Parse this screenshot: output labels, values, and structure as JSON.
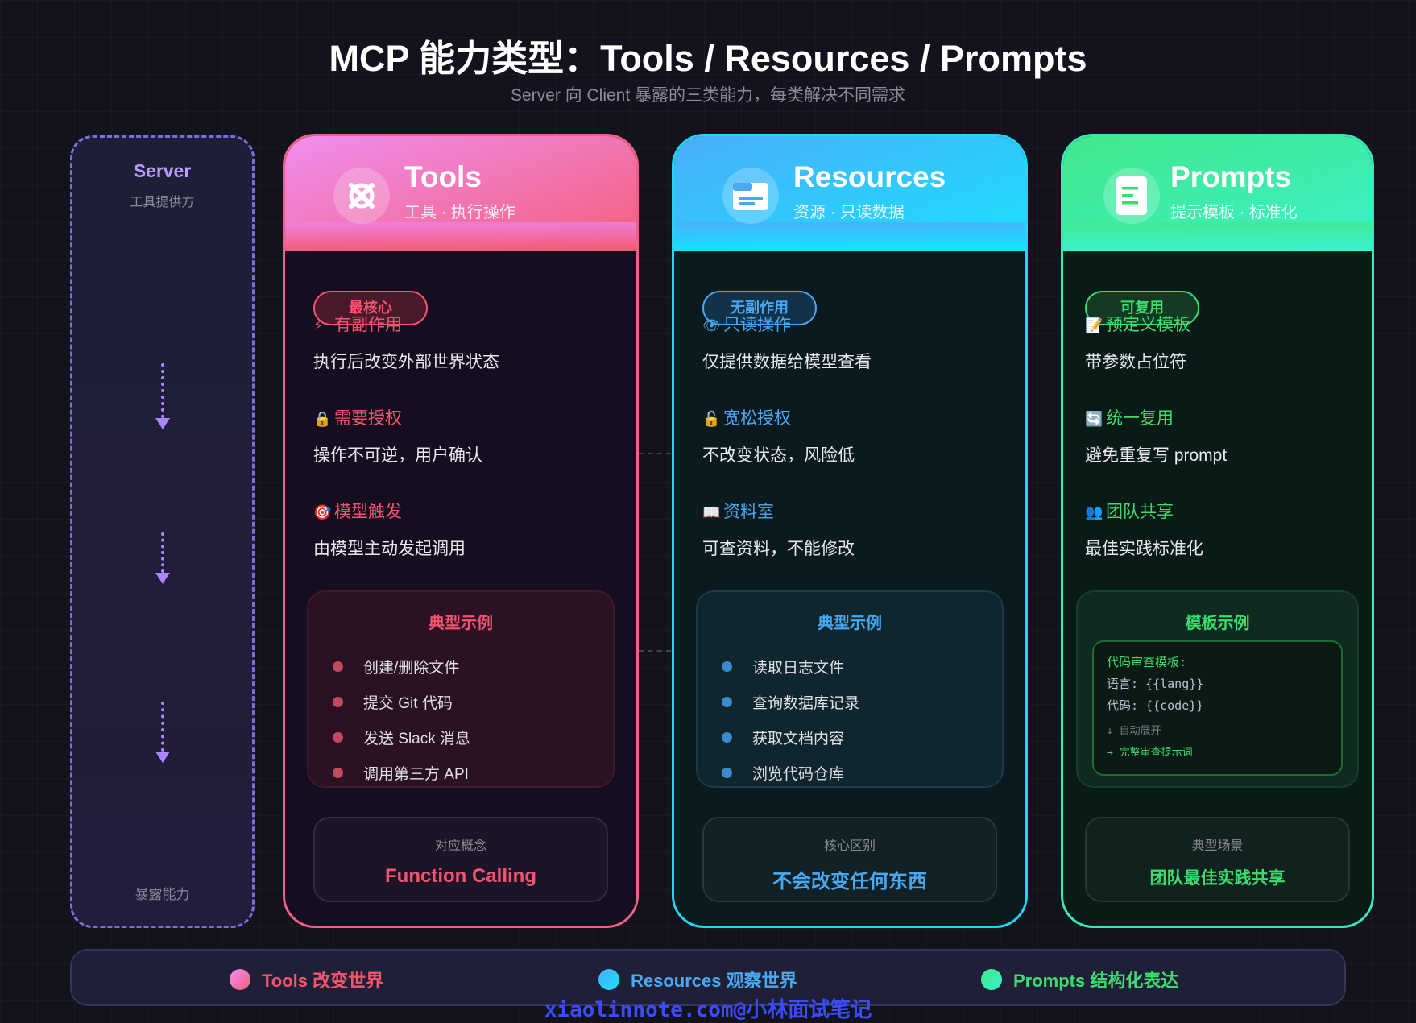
{
  "header": {
    "title": "MCP 能力类型：Tools / Resources / Prompts",
    "subtitle": "Server 向 Client 暴露的三类能力，每类解决不同需求"
  },
  "server": {
    "title": "Server",
    "subtitle": "工具提供方",
    "bottom": "暴露能力"
  },
  "cards": [
    {
      "title": "Tools",
      "subtitle": "工具 · 执行操作",
      "badge": "最核心",
      "accent": "#f4546e",
      "features": [
        {
          "emoji": "⚡",
          "title": "有副作用",
          "desc": "执行后改变外部世界状态"
        },
        {
          "emoji": "🔒",
          "title": "需要授权",
          "desc": "操作不可逆，用户确认"
        },
        {
          "emoji": "🎯",
          "title": "模型触发",
          "desc": "由模型主动发起调用"
        }
      ],
      "examples_title": "典型示例",
      "examples": [
        "创建/删除文件",
        "提交 Git 代码",
        "发送 Slack 消息",
        "调用第三方 API"
      ],
      "concept_label": "对应概念",
      "concept_value": "Function Calling"
    },
    {
      "title": "Resources",
      "subtitle": "资源 · 只读数据",
      "badge": "无副作用",
      "accent": "#4aa8f0",
      "features": [
        {
          "emoji": "👁",
          "title": "只读操作",
          "desc": "仅提供数据给模型查看"
        },
        {
          "emoji": "🔓",
          "title": "宽松授权",
          "desc": "不改变状态，风险低"
        },
        {
          "emoji": "📖",
          "title": "资料室",
          "desc": "可查资料，不能修改"
        }
      ],
      "examples_title": "典型示例",
      "examples": [
        "读取日志文件",
        "查询数据库记录",
        "获取文档内容",
        "浏览代码仓库"
      ],
      "concept_label": "核心区别",
      "concept_value": "不会改变任何东西"
    },
    {
      "title": "Prompts",
      "subtitle": "提示模板 · 标准化",
      "badge": "可复用",
      "accent": "#3ddc6f",
      "features": [
        {
          "emoji": "📝",
          "title": "预定义模板",
          "desc": "带参数占位符"
        },
        {
          "emoji": "🔄",
          "title": "统一复用",
          "desc": "避免重复写 prompt"
        },
        {
          "emoji": "👥",
          "title": "团队共享",
          "desc": "最佳实践标准化"
        }
      ],
      "examples_title": "模板示例",
      "template": {
        "heading": "代码审查模板:",
        "line1": "语言: {{lang}}",
        "line2": "代码: {{code}}",
        "step1": "↓ 自动展开",
        "step2": "→ 完整审查提示词"
      },
      "concept_label": "典型场景",
      "concept_value": "团队最佳实践共享"
    }
  ],
  "legend": [
    {
      "label": "Tools 改变世界",
      "color": "#f4546e"
    },
    {
      "label": "Resources 观察世界",
      "color": "#4aa8f0"
    },
    {
      "label": "Prompts 结构化表达",
      "color": "#3ddc6f"
    }
  ],
  "watermark": "xiaolinnote.com@小林面试笔记"
}
